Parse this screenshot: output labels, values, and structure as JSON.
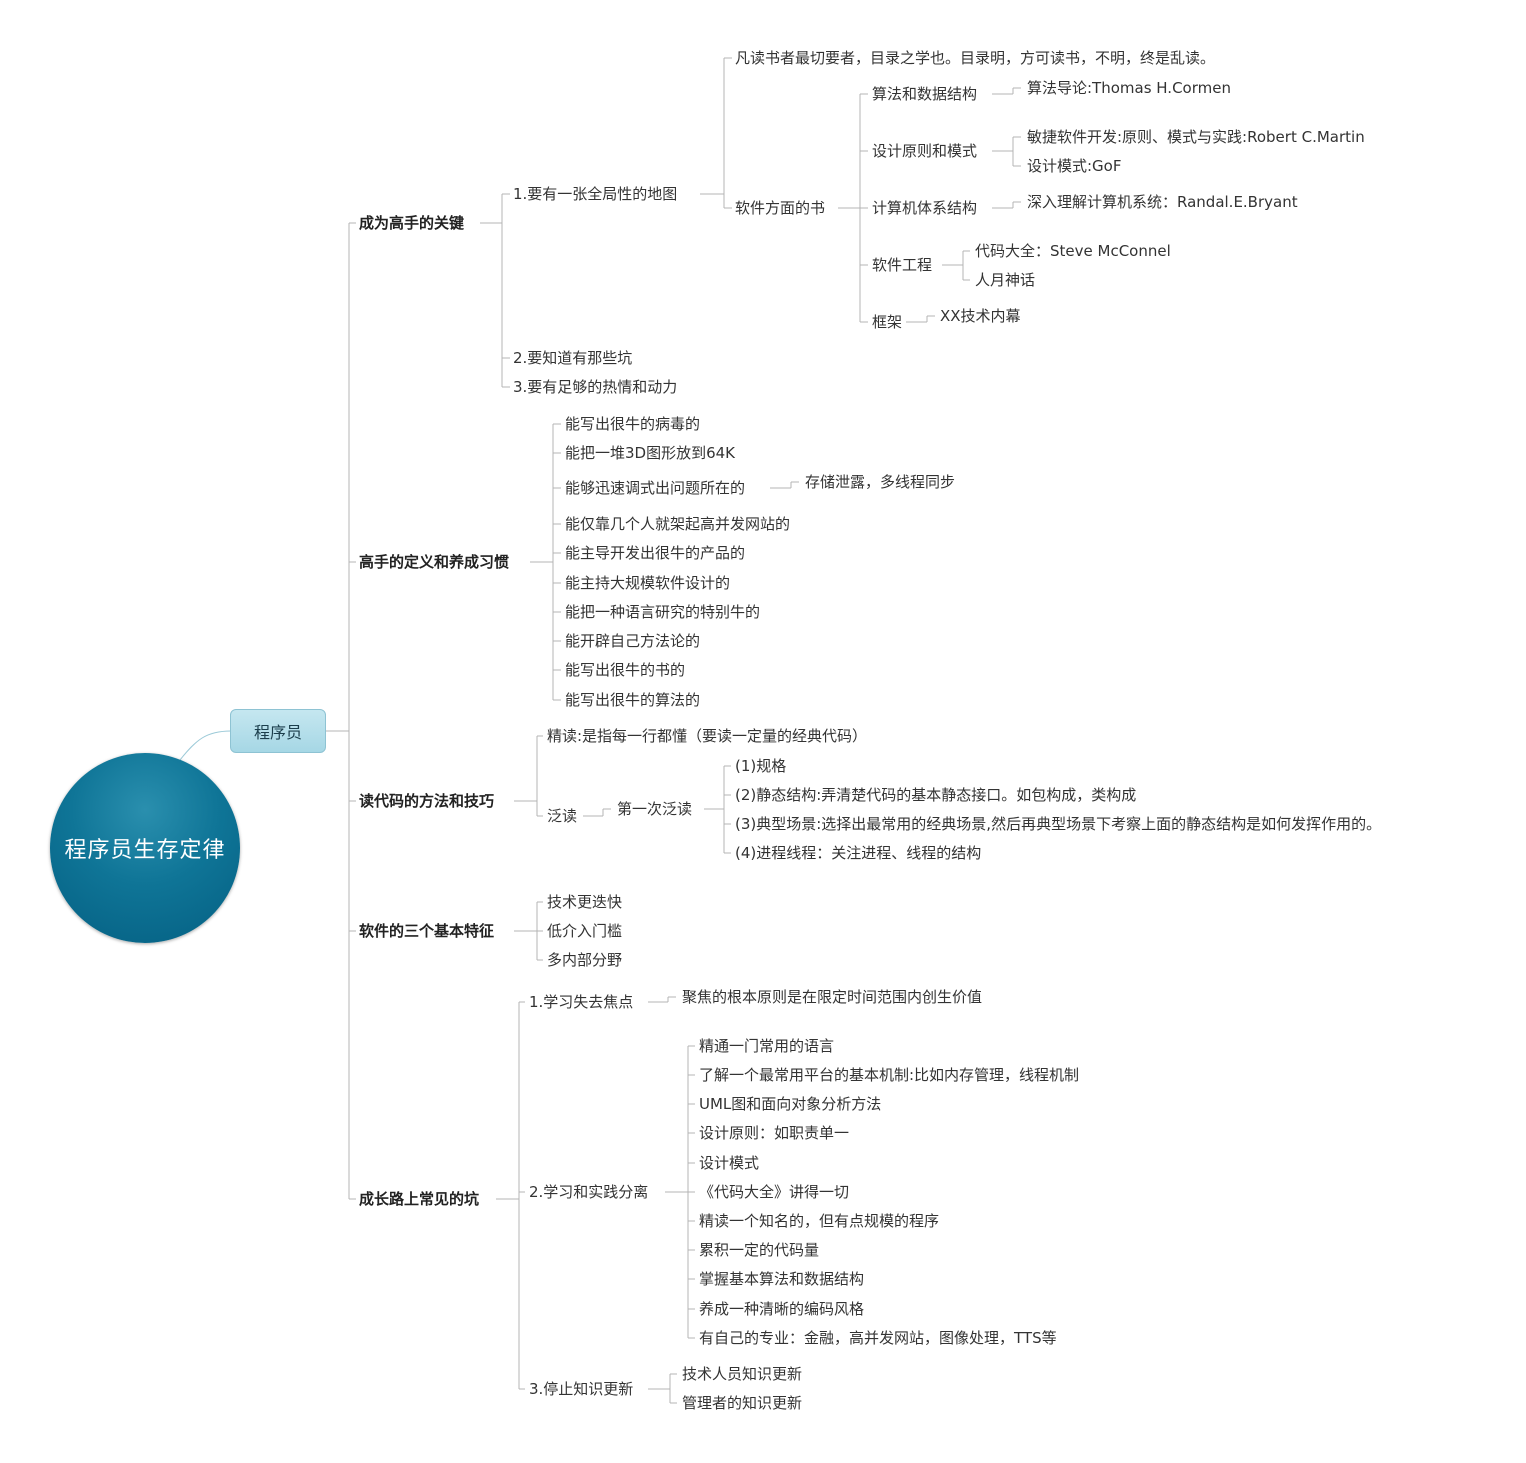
{
  "root": {
    "label": "程序员生存定律"
  },
  "hub": {
    "label": "程序员"
  },
  "branches": [
    {
      "label": "成为高手的关键",
      "children": [
        {
          "label": "1.要有一张全局性的地图",
          "children": [
            {
              "label": "凡读书者最切要者，目录之学也。目录明，方可读书，不明，终是乱读。"
            },
            {
              "label": "软件方面的书",
              "children": [
                {
                  "label": "算法和数据结构",
                  "children": [
                    {
                      "label": "算法导论:Thomas H.Cormen"
                    }
                  ]
                },
                {
                  "label": "设计原则和模式",
                  "children": [
                    {
                      "label": "敏捷软件开发:原则、模式与实践:Robert C.Martin"
                    },
                    {
                      "label": "设计模式:GoF"
                    }
                  ]
                },
                {
                  "label": "计算机体系结构",
                  "children": [
                    {
                      "label": "深入理解计算机系统：Randal.E.Bryant"
                    }
                  ]
                },
                {
                  "label": "软件工程",
                  "children": [
                    {
                      "label": "代码大全：Steve McConnel"
                    },
                    {
                      "label": "人月神话"
                    }
                  ]
                },
                {
                  "label": "框架",
                  "children": [
                    {
                      "label": "XX技术内幕"
                    }
                  ]
                }
              ]
            }
          ]
        },
        {
          "label": "2.要知道有那些坑"
        },
        {
          "label": "3.要有足够的热情和动力"
        }
      ]
    },
    {
      "label": "高手的定义和养成习惯",
      "children": [
        {
          "label": "能写出很牛的病毒的"
        },
        {
          "label": "能把一堆3D图形放到64K"
        },
        {
          "label": "能够迅速调式出问题所在的",
          "children": [
            {
              "label": "存储泄露，多线程同步"
            }
          ]
        },
        {
          "label": "能仅靠几个人就架起高并发网站的"
        },
        {
          "label": "能主导开发出很牛的产品的"
        },
        {
          "label": "能主持大规模软件设计的"
        },
        {
          "label": "能把一种语言研究的特别牛的"
        },
        {
          "label": "能开辟自己方法论的"
        },
        {
          "label": "能写出很牛的书的"
        },
        {
          "label": "能写出很牛的算法的"
        }
      ]
    },
    {
      "label": "读代码的方法和技巧",
      "children": [
        {
          "label": "精读:是指每一行都懂（要读一定量的经典代码）"
        },
        {
          "label": "泛读",
          "children": [
            {
              "label": "第一次泛读",
              "children": [
                {
                  "label": "(1)规格"
                },
                {
                  "label": "(2)静态结构:弄清楚代码的基本静态接口。如包构成，类构成"
                },
                {
                  "label": "(3)典型场景:选择出最常用的经典场景,然后再典型场景下考察上面的静态结构是如何发挥作用的。"
                },
                {
                  "label": "(4)进程线程：关注进程、线程的结构"
                }
              ]
            }
          ]
        }
      ]
    },
    {
      "label": "软件的三个基本特征",
      "children": [
        {
          "label": "技术更迭快"
        },
        {
          "label": "低介入门槛"
        },
        {
          "label": "多内部分野"
        }
      ]
    },
    {
      "label": "成长路上常见的坑",
      "children": [
        {
          "label": "1.学习失去焦点",
          "children": [
            {
              "label": "聚焦的根本原则是在限定时间范围内创生价值"
            }
          ]
        },
        {
          "label": "2.学习和实践分离",
          "children": [
            {
              "label": "精通一门常用的语言"
            },
            {
              "label": "了解一个最常用平台的基本机制:比如内存管理，线程机制"
            },
            {
              "label": "UML图和面向对象分析方法"
            },
            {
              "label": "设计原则：如职责单一"
            },
            {
              "label": "设计模式"
            },
            {
              "label": "《代码大全》讲得一切"
            },
            {
              "label": "精读一个知名的，但有点规模的程序"
            },
            {
              "label": "累积一定的代码量"
            },
            {
              "label": "掌握基本算法和数据结构"
            },
            {
              "label": "养成一种清晰的编码风格"
            },
            {
              "label": "有自己的专业：金融，高并发网站，图像处理，TTS等"
            }
          ]
        },
        {
          "label": "3.停止知识更新",
          "children": [
            {
              "label": "技术人员知识更新"
            },
            {
              "label": "管理者的知识更新"
            }
          ]
        }
      ]
    }
  ]
}
